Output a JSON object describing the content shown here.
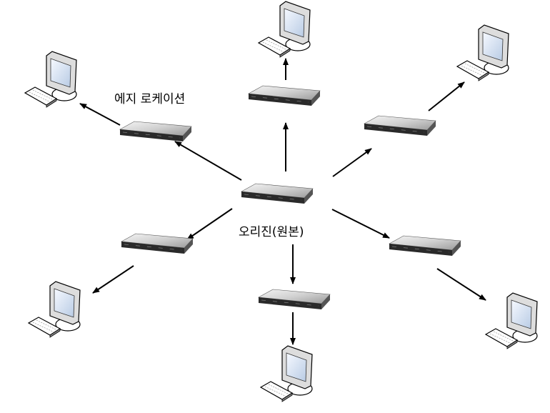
{
  "labels": {
    "edge_location": "에지 로케이션",
    "origin": "오리진(원본)"
  },
  "nodes": {
    "origin": "server-icon",
    "edge_servers": 6,
    "clients": 6,
    "client_icon": "computer-icon"
  },
  "colors": {
    "arrow": "#000000",
    "server_top": "#c8c8c8",
    "screen": "#d8e4f2"
  }
}
